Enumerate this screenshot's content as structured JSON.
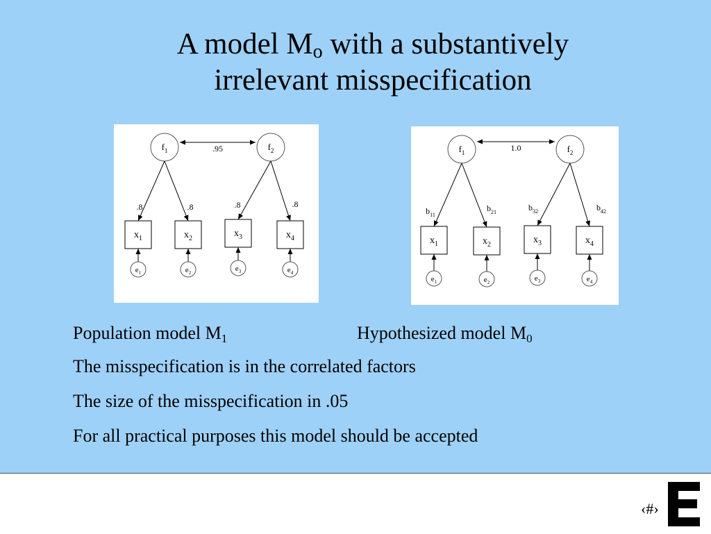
{
  "title": {
    "line1_pre": "A model M",
    "line1_sub": "o",
    "line1_post": " with a substantively",
    "line2": "irrelevant misspecification"
  },
  "diagram_population": {
    "factors": [
      {
        "name": "f",
        "sub": "1"
      },
      {
        "name": "f",
        "sub": "2"
      }
    ],
    "correlation": ".95",
    "loadings": [
      ".8",
      ".8",
      ".8",
      ".8"
    ],
    "indicators": [
      {
        "name": "x",
        "sub": "1"
      },
      {
        "name": "x",
        "sub": "2"
      },
      {
        "name": "x",
        "sub": "3"
      },
      {
        "name": "x",
        "sub": "4"
      }
    ],
    "errors": [
      {
        "name": "e",
        "sub": "1"
      },
      {
        "name": "e",
        "sub": "2"
      },
      {
        "name": "e",
        "sub": "3"
      },
      {
        "name": "e",
        "sub": "4"
      }
    ]
  },
  "diagram_hypothesized": {
    "factors": [
      {
        "name": "f",
        "sub": "1"
      },
      {
        "name": "f",
        "sub": "2"
      }
    ],
    "correlation": "1.0",
    "loadings": [
      {
        "name": "b",
        "sub": "11"
      },
      {
        "name": "b",
        "sub": "21"
      },
      {
        "name": "b",
        "sub": "32"
      },
      {
        "name": "b",
        "sub": "42"
      }
    ],
    "indicators": [
      {
        "name": "x",
        "sub": "1"
      },
      {
        "name": "x",
        "sub": "2"
      },
      {
        "name": "x",
        "sub": "3"
      },
      {
        "name": "x",
        "sub": "4"
      }
    ],
    "errors": [
      {
        "name": "e",
        "sub": "1"
      },
      {
        "name": "e",
        "sub": "2"
      },
      {
        "name": "e",
        "sub": "3"
      },
      {
        "name": "e",
        "sub": "4"
      }
    ]
  },
  "captions": {
    "population_pre": "Population model M",
    "population_sub": "1",
    "hypothesized_pre": "Hypothesized model M",
    "hypothesized_sub": "0"
  },
  "body_lines": [
    "The misspecification is in the correlated factors",
    "The size of the misspecification in .05",
    "For all practical purposes this model should be accepted"
  ],
  "footer": {
    "slide_number": "‹#›",
    "logo_letter": "E"
  },
  "colors": {
    "background": "#9ed1f7",
    "footer": "#ffffff",
    "ink": "#000000"
  }
}
